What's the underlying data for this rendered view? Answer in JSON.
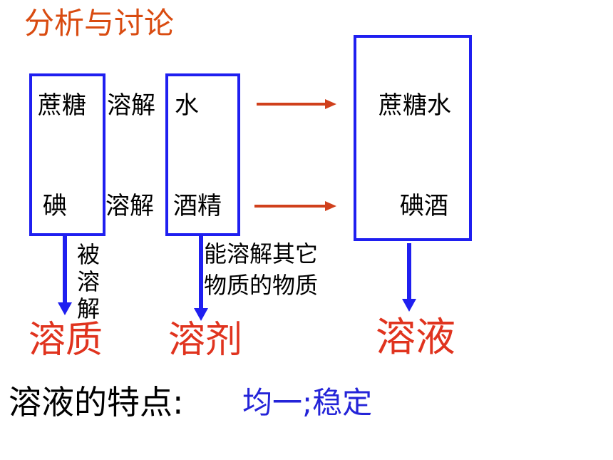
{
  "title": "分析与讨论",
  "rows": [
    {
      "solute": "蔗糖",
      "verb": "溶解",
      "solvent": "水",
      "result": "蔗糖水"
    },
    {
      "solute": "碘",
      "verb": "溶解",
      "solvent": "酒精",
      "result": "碘酒"
    }
  ],
  "annotations": {
    "solute_note": "被溶解",
    "solvent_note": "能溶解其它\n物质的物质"
  },
  "terms": {
    "solute": "溶质",
    "solvent": "溶剂",
    "solution": "溶液"
  },
  "features": {
    "label": "溶液的特点:",
    "value": "均一;稳定"
  },
  "colors": {
    "box_border": "#1f1ff0",
    "horizontal_arrow": "#d0401c",
    "vertical_arrow": "#1f1ff0",
    "term_red": "#e0331e",
    "title_orange": "#d94b10",
    "feature_blue": "#2424d8"
  }
}
